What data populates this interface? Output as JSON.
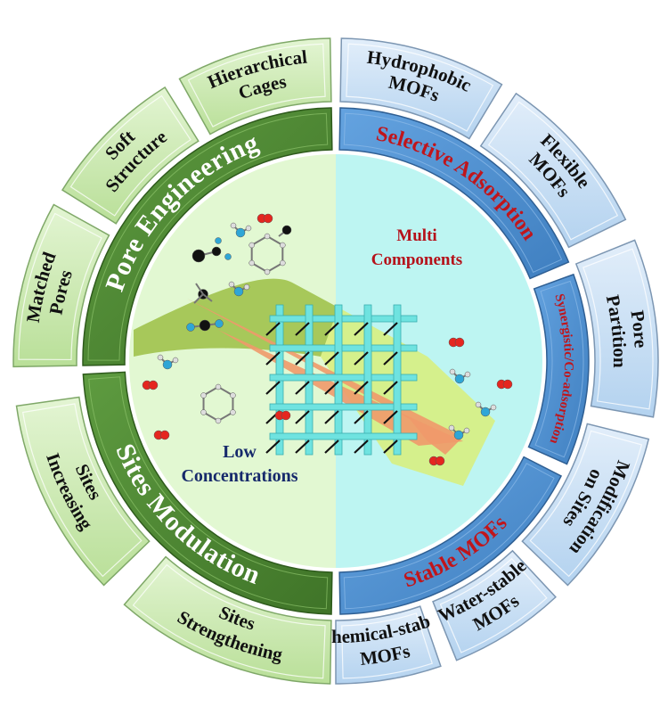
{
  "figure": {
    "center_labels": {
      "multi_components": [
        "Multi",
        "Components"
      ],
      "low_concentrations": [
        "Low",
        "Concentrations"
      ]
    },
    "middle_ring": [
      {
        "id": "pore-engineering",
        "label": "Pore Engineering",
        "theme": "green"
      },
      {
        "id": "sites-modulation",
        "label": "Sites Modulation",
        "theme": "green"
      },
      {
        "id": "selective-adsorption",
        "label": "Selective Adsorption",
        "theme": "blue"
      },
      {
        "id": "synergistic",
        "label": "Synergistic/Co-adsorption",
        "theme": "blue"
      },
      {
        "id": "stable-mofs",
        "label": "Stable MOFs",
        "theme": "blue"
      }
    ],
    "outer_ring": [
      {
        "id": "hierarchical-cages",
        "lines": [
          "Hierarchical",
          "Cages"
        ],
        "theme": "green"
      },
      {
        "id": "soft-structure",
        "lines": [
          "Soft",
          "Structure"
        ],
        "theme": "green"
      },
      {
        "id": "matched-pores",
        "lines": [
          "Matched",
          "Pores"
        ],
        "theme": "green"
      },
      {
        "id": "sites-increasing",
        "lines": [
          "Sites",
          "Increasing"
        ],
        "theme": "green"
      },
      {
        "id": "sites-strengthening",
        "lines": [
          "Sites",
          "Strengthening"
        ],
        "theme": "green"
      },
      {
        "id": "hydrophobic-mofs",
        "lines": [
          "Hydrophobic",
          "MOFs"
        ],
        "theme": "blue"
      },
      {
        "id": "flexible-mofs",
        "lines": [
          "Flexible",
          "MOFs"
        ],
        "theme": "blue"
      },
      {
        "id": "pore-partition",
        "lines": [
          "Pore",
          "Partition"
        ],
        "theme": "blue"
      },
      {
        "id": "modification-on-sites",
        "lines": [
          "Modification",
          "on Sites"
        ],
        "theme": "blue"
      },
      {
        "id": "water-stable-mofs",
        "lines": [
          "Water-stable",
          "MOFs"
        ],
        "theme": "blue"
      },
      {
        "id": "chemical-stable-mofs",
        "lines": [
          "Chemical-stable",
          "MOFs"
        ],
        "theme": "blue"
      }
    ],
    "colors": {
      "green_dark": "#4f8a35",
      "green_light": "#cdeab3",
      "blue_dark": "#4f8fd0",
      "blue_light": "#c9e0f5",
      "inner_left": "#e2f8d2",
      "inner_right": "#bdf5f2",
      "accent_red": "#c0151b",
      "accent_navy": "#16296b"
    }
  }
}
